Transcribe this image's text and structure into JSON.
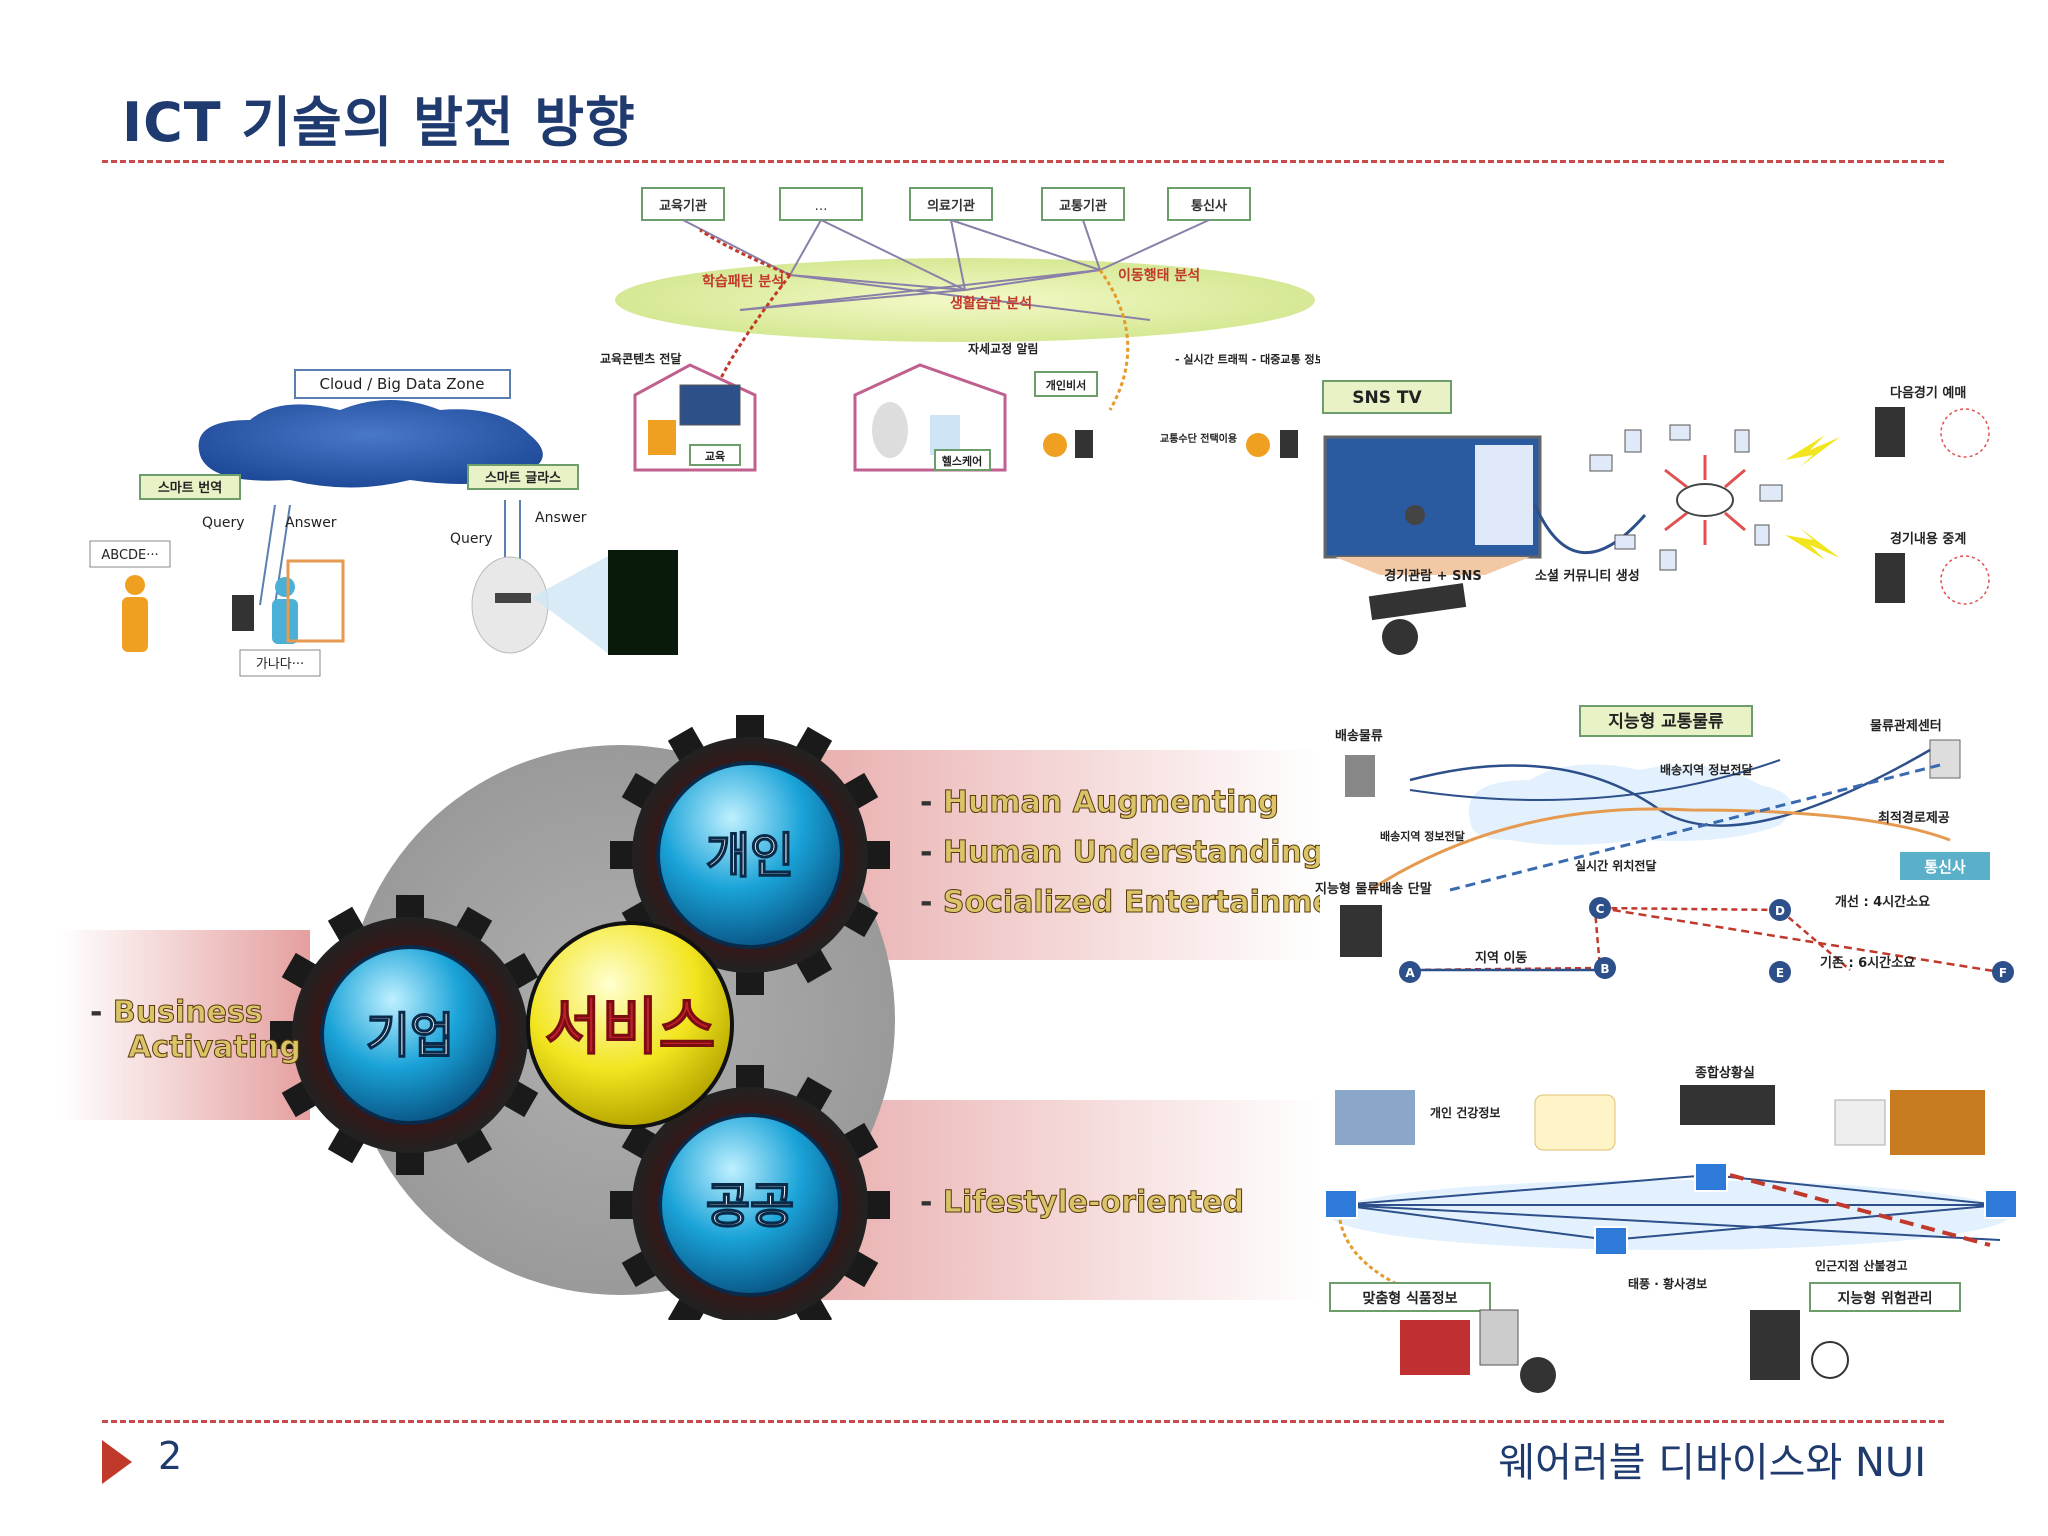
{
  "slide": {
    "title": "ICT 기술의 발전 방향",
    "page_number": "2",
    "footer_text": "웨어러블 디바이스와 NUI"
  },
  "education": {
    "institutions": [
      "교육기관",
      "…",
      "의료기관",
      "교통기관",
      "통신사"
    ],
    "analysis": [
      "학습패턴 분석",
      "생활습관 분석",
      "이동행태 분석"
    ],
    "delivery_label": "교육콘텐츠 전달",
    "posture_label": "자세교정 알림",
    "traffic_label": "- 실시간 트래픽\n- 대중교통 정보",
    "secretary_label": "개인비서",
    "transport_label": "교통수단 전택이용",
    "house_edu": "교육",
    "house_health": "헬스케어"
  },
  "translation": {
    "cloud_label": "Cloud / Big Data Zone",
    "smart_translate": "스마트 번역",
    "smart_glass": "스마트 글라스",
    "query": "Query",
    "answer": "Answer",
    "input_text": "ABCDE···",
    "output_text": "가나다···"
  },
  "sns": {
    "title": "SNS TV",
    "watch_label": "경기관람 + SNS",
    "community_label": "소셜 커뮤니티 생성",
    "next_game": "다음경기 예매",
    "relay": "경기내용 중계"
  },
  "logistics": {
    "title": "지능형 교통물류",
    "delivery": "배송물류",
    "control_center": "물류관제센터",
    "info_send_1": "배송지역 정보전달",
    "optimal_route": "최적경로제공",
    "info_send_2": "배송지역 정보전달",
    "realtime_location": "실시간 위치전달",
    "telecom": "통신사",
    "terminal": "지능형 물류배송 단말",
    "improved": "개선 : 4시간소요",
    "existing": "기존 : 6시간소요",
    "area_move": "지역 이동",
    "nodes": [
      "A",
      "B",
      "C",
      "D",
      "E",
      "F"
    ]
  },
  "safety": {
    "situation_room": "종합상황실",
    "health_info": "개인\n건강정보",
    "food_info": "맞춤형 식품정보",
    "typhoon": "태풍 · 황사경보",
    "fire_warning": "인근지점 산불경고",
    "risk_mgmt": "지능형 위험관리"
  },
  "gears": {
    "center": "서비스",
    "personal": "개인",
    "enterprise": "기업",
    "public": "공공",
    "personal_items": [
      "Human Augmenting",
      "Human Understanding",
      "Socialized Entertainment"
    ],
    "enterprise_items": [
      "Business",
      "Activating"
    ],
    "public_items": [
      "Lifestyle-oriented"
    ]
  },
  "colors": {
    "title": "#1f3a6e",
    "accent": "#c0392b",
    "gear_blue": "#1aa3d8",
    "center_yellow": "#f2e51f"
  }
}
